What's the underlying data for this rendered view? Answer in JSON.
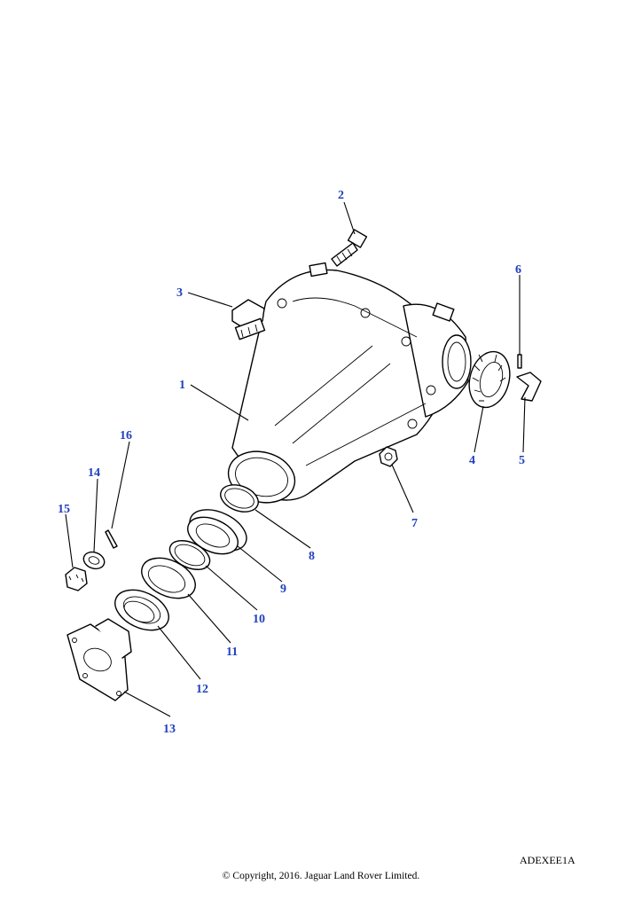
{
  "callouts": [
    {
      "id": "1",
      "label": "1"
    },
    {
      "id": "2",
      "label": "2"
    },
    {
      "id": "3",
      "label": "3"
    },
    {
      "id": "4",
      "label": "4"
    },
    {
      "id": "5",
      "label": "5"
    },
    {
      "id": "6",
      "label": "6"
    },
    {
      "id": "7",
      "label": "7"
    },
    {
      "id": "8",
      "label": "8"
    },
    {
      "id": "9",
      "label": "9"
    },
    {
      "id": "10",
      "label": "10"
    },
    {
      "id": "11",
      "label": "11"
    },
    {
      "id": "12",
      "label": "12"
    },
    {
      "id": "13",
      "label": "13"
    },
    {
      "id": "14",
      "label": "14"
    },
    {
      "id": "15",
      "label": "15"
    },
    {
      "id": "16",
      "label": "16"
    }
  ],
  "diagram_code": "ADEXEE1A",
  "copyright": "© Copyright, 2016. Jaguar Land Rover Limited.",
  "colors": {
    "callout": "#1f3fbf",
    "line": "#000000",
    "background": "#ffffff"
  }
}
